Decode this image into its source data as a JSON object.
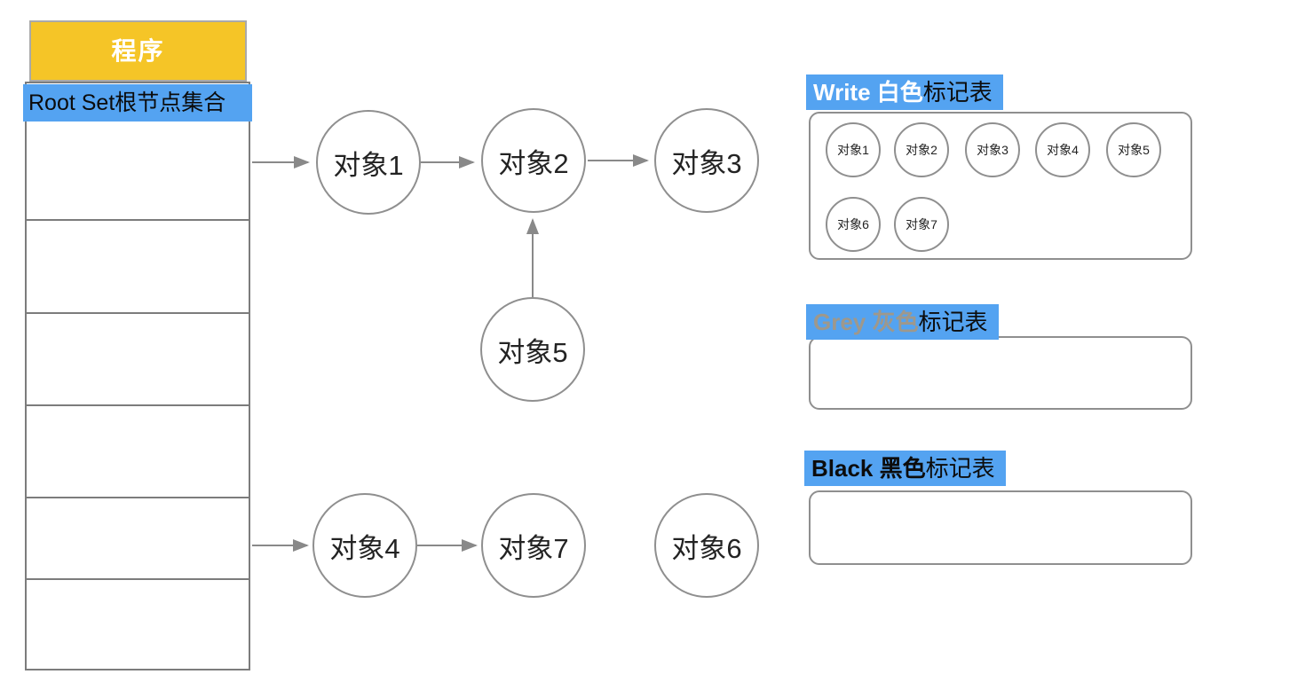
{
  "colors": {
    "highlight_blue": "#54a3f1",
    "header_yellow": "#f5c527",
    "grey_label": "#9e988c"
  },
  "program_table": {
    "title": "程序",
    "root_label": "Root Set根节点集合",
    "empty_row_count": 6
  },
  "graph": {
    "nodes": [
      {
        "id": "obj1",
        "label": "对象1"
      },
      {
        "id": "obj2",
        "label": "对象2"
      },
      {
        "id": "obj3",
        "label": "对象3"
      },
      {
        "id": "obj5",
        "label": "对象5"
      },
      {
        "id": "obj4",
        "label": "对象4"
      },
      {
        "id": "obj7",
        "label": "对象7"
      },
      {
        "id": "obj6",
        "label": "对象6"
      }
    ],
    "edges": [
      {
        "from": "root-set",
        "to": "obj1"
      },
      {
        "from": "obj1",
        "to": "obj2"
      },
      {
        "from": "obj2",
        "to": "obj3"
      },
      {
        "from": "obj5",
        "to": "obj2"
      },
      {
        "from": "root-set",
        "to": "obj4"
      },
      {
        "from": "obj4",
        "to": "obj7"
      }
    ]
  },
  "mark_tables": {
    "white": {
      "title_strong": "Write 白色",
      "title_rest": "标记表",
      "items": [
        "对象1",
        "对象2",
        "对象3",
        "对象4",
        "对象5",
        "对象6",
        "对象7"
      ]
    },
    "grey": {
      "title_strong": "Grey 灰色",
      "title_rest": "标记表",
      "items": []
    },
    "black": {
      "title_strong": "Black 黑色",
      "title_rest": "标记表",
      "items": []
    }
  }
}
